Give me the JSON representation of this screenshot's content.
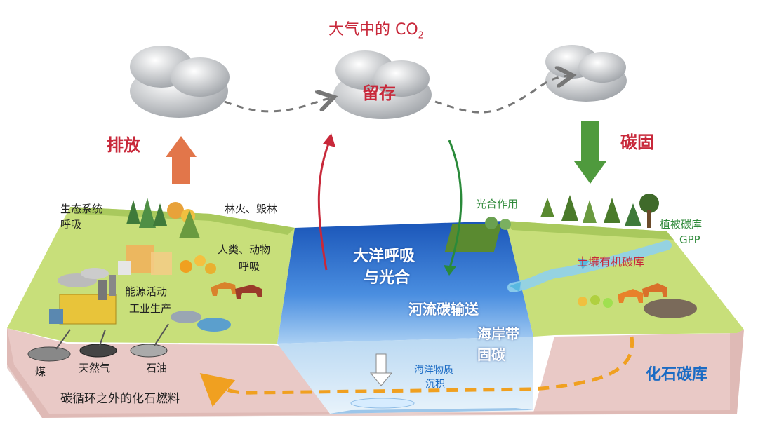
{
  "title_main": "大气中的 CO",
  "title_sub": "2",
  "atmosphere": {
    "store": "留存",
    "emit": "排放",
    "fix": "碳固"
  },
  "left": {
    "eco_resp_1": "生态系统",
    "eco_resp_2": "呼吸",
    "fire": "林火、毁林",
    "human_1": "人类、动物",
    "human_2": "呼吸",
    "energy_1": "能源活动",
    "energy_2": "工业生产",
    "coal": "煤",
    "gas": "天然气",
    "oil": "石油",
    "fossil_out": "碳循环之外的化石燃料"
  },
  "ocean": {
    "resp_1": "大洋呼吸",
    "resp_2": "与光合",
    "river": "河流碳输送",
    "coast_1": "海岸带",
    "coast_2": "固碳",
    "sed_1": "海洋物质",
    "sed_2": "沉积"
  },
  "right": {
    "photo": "光合作用",
    "veg_1": "植被碳库",
    "veg_2": "GPP",
    "soil": "土壤有机碳库",
    "fossil_store": "化石碳库"
  },
  "colors": {
    "red_text": "#c8283a",
    "green_text": "#2f8a3a",
    "blue_text": "#1b6bc4",
    "ocean": "#2a6fc9",
    "land": "#c8df7a",
    "soil": "#e9c9c6",
    "arrow_orange": "#e2764a",
    "arrow_green": "#4f9a3d",
    "dashed_orange": "#f0a020"
  }
}
